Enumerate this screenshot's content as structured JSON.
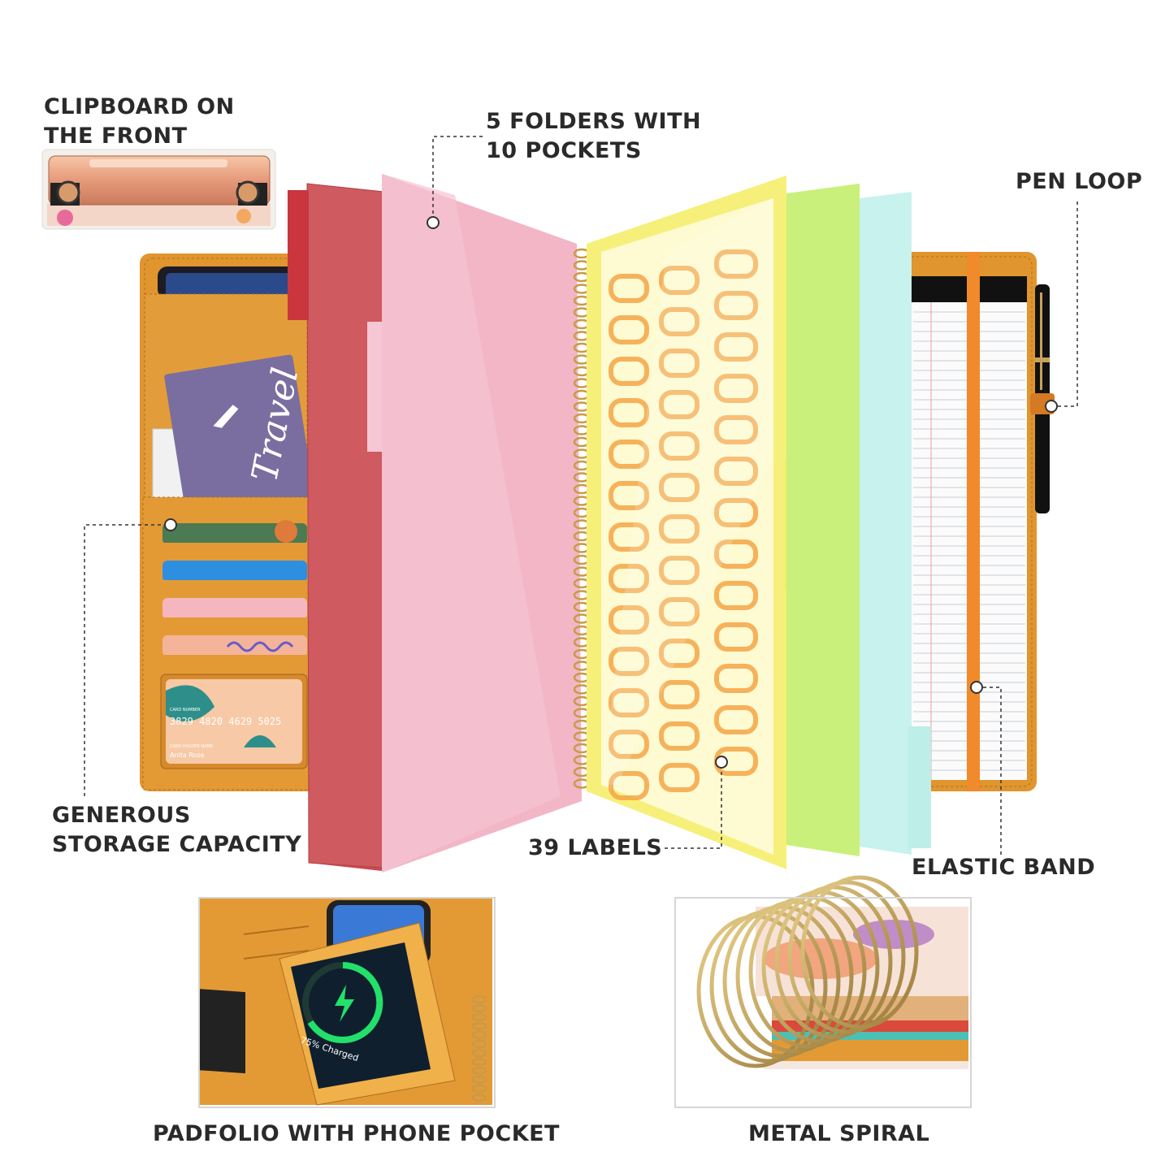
{
  "callouts": {
    "clipboard": {
      "line1": "CLIPBOARD ON",
      "line2": "THE FRONT"
    },
    "folders": {
      "line1": "5 FOLDERS WITH",
      "line2": "10 POCKETS"
    },
    "pen_loop": {
      "text": "PEN LOOP"
    },
    "storage": {
      "line1": "GENEROUS",
      "line2": "STORAGE CAPACITY"
    },
    "labels": {
      "text": "39 LABELS"
    },
    "elastic": {
      "text": "ELASTIC BAND"
    },
    "phone_pocket": {
      "text": "PADFOLIO WITH PHONE POCKET"
    },
    "spiral": {
      "text": "METAL SPIRAL"
    }
  },
  "card": {
    "number": "3829 4820 4629 5025",
    "name": "Anita Rose",
    "number_caption": "CARD NUMBER",
    "holder_caption": "CARD HOLDER NAME"
  },
  "passport_text": "Travel",
  "phone_charge": "75% Charged",
  "colors": {
    "leather": "#e0952f",
    "folder_red": "#cf5a5f",
    "folder_pink": "#f2b6c6",
    "folder_yellow": "#f6f07a",
    "folder_green": "#c9f07a",
    "folder_cyan": "#c8f2ee",
    "label_orange": "#f5a546",
    "charge_green": "#22e06a"
  }
}
